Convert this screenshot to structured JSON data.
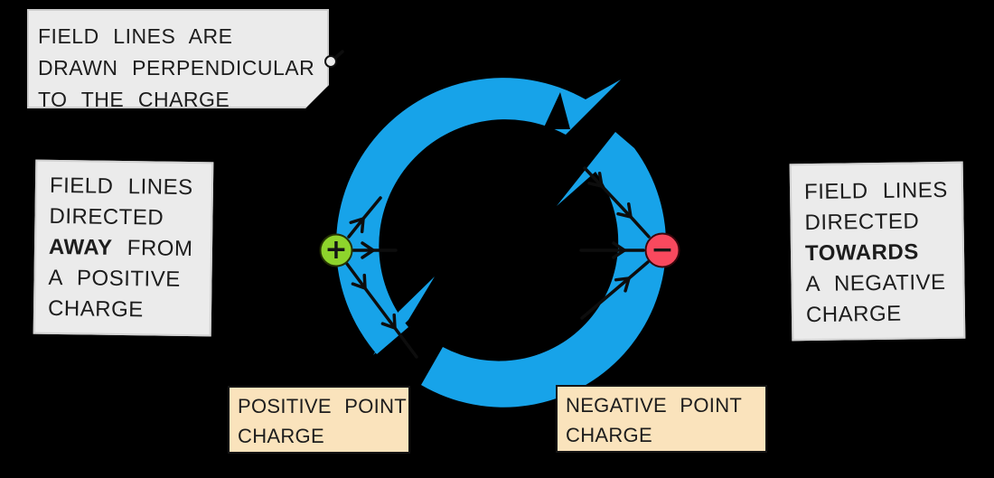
{
  "colors": {
    "blue": "#17a3e9",
    "positive_green": "#8ed42c",
    "negative_red": "#f9495e",
    "note_bg": "#ebebeb",
    "label_bg": "#fae3bc",
    "line_black": "#0d0d0d"
  },
  "notes": {
    "perpendicular": {
      "line1": "FIELD LINES ARE",
      "line2": "DRAWN PERPENDICULAR",
      "line3": "TO THE CHARGE"
    },
    "positive": {
      "line1": "FIELD LINES",
      "line2": "DIRECTED",
      "bold": "AWAY",
      "after_bold": "FROM",
      "line4": "A POSITIVE",
      "line5": "CHARGE"
    },
    "negative": {
      "line1": "FIELD LINES",
      "line2": "DIRECTED",
      "bold": "TOWARDS",
      "line4": "A NEGATIVE",
      "line5": "CHARGE"
    }
  },
  "labels": {
    "positive_point": {
      "line1": "POSITIVE POINT",
      "line2": "CHARGE"
    },
    "negative_point": {
      "line1": "NEGATIVE POINT",
      "line2": "CHARGE"
    }
  },
  "charges": {
    "positive_symbol": "+",
    "negative_symbol": "−"
  }
}
